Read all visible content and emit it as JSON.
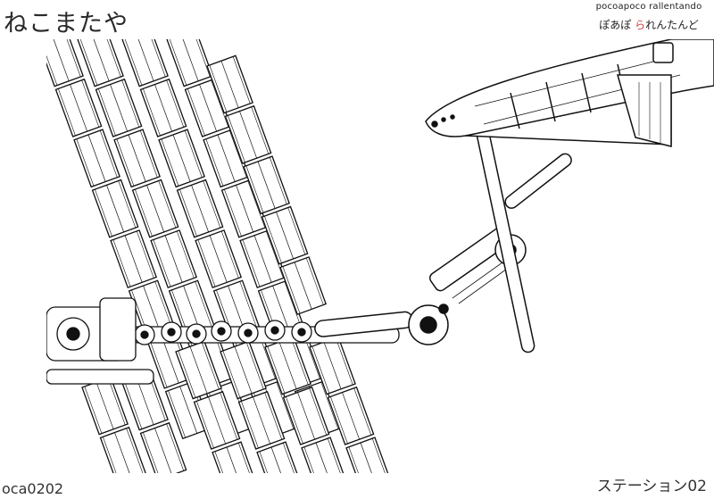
{
  "header": {
    "title": "ねこまたや"
  },
  "logo": {
    "line1": "pocoapoco rallentando",
    "line2_black": "ぽあぽ",
    "line2_red": "ら",
    "line2_rest": "れんたんど",
    "accent_color": "#d23b3b"
  },
  "footer": {
    "code": "oca0202",
    "caption": "ステーション02"
  }
}
